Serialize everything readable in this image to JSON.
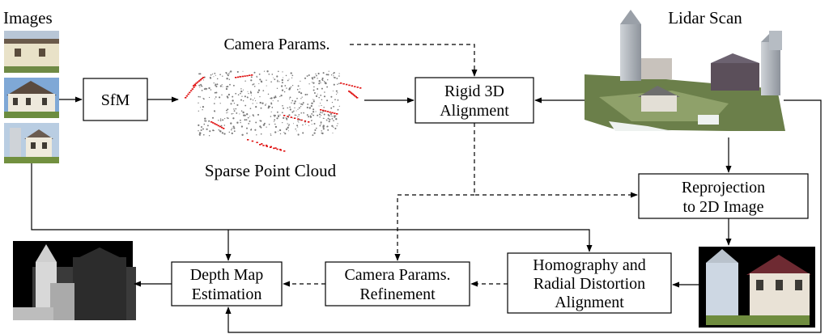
{
  "labels": {
    "images": "Images",
    "camera_params_top": "Camera Params.",
    "sparse_point_cloud": "Sparse Point Cloud",
    "lidar_scan": "Lidar Scan"
  },
  "boxes": {
    "sfm": "SfM",
    "rigid_alignment": [
      "Rigid 3D",
      "Alignment"
    ],
    "reprojection": [
      "Reprojection",
      "to 2D Image"
    ],
    "homography": [
      "Homography and",
      "Radial Distortion",
      "Alignment"
    ],
    "camera_refinement": [
      "Camera Params.",
      "Refinement"
    ],
    "depth_map": [
      "Depth Map",
      "Estimation"
    ]
  },
  "colors": {
    "line": "#000000",
    "point_cloud_gray": "#7a7a7a",
    "point_cloud_red": "#e01010",
    "sky": "#8fb4dc",
    "grass": "#6a8a3c",
    "depth_far": "#2a2a2a",
    "depth_near": "#dcdcdc"
  }
}
